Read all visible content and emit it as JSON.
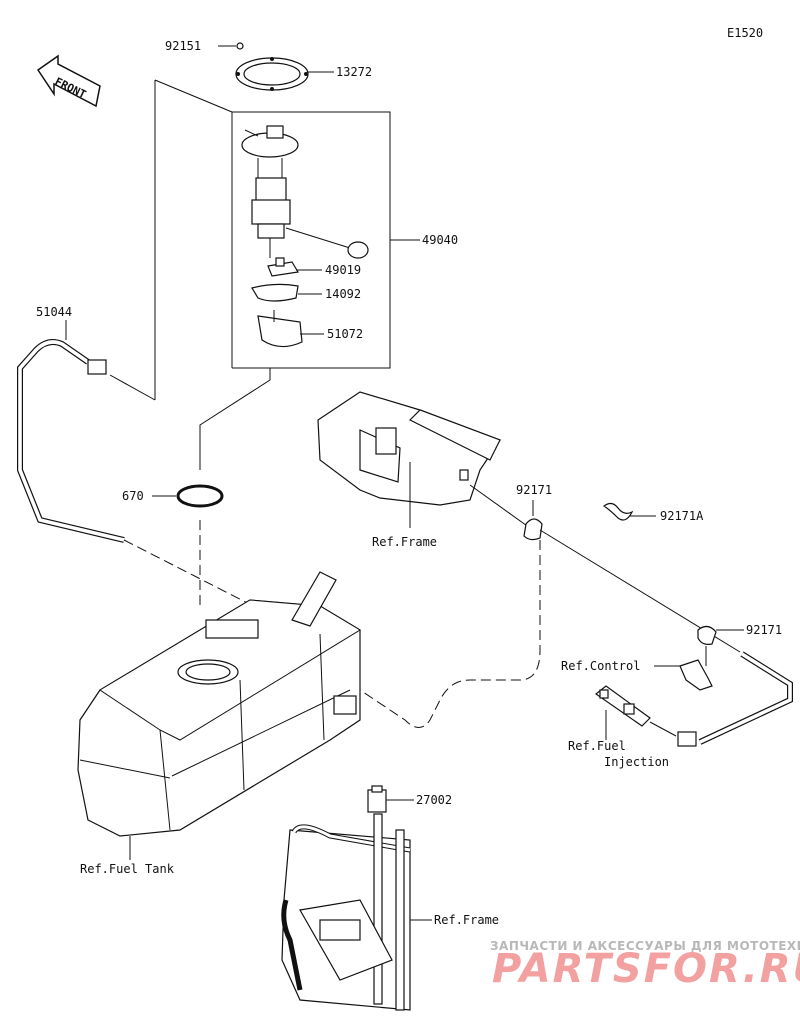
{
  "diagram_code": "E1520",
  "front_label": "FRONT",
  "callouts": {
    "p92151": "92151",
    "p13272": "13272",
    "p49040": "49040",
    "p49019": "49019",
    "p14092": "14092",
    "p51072": "51072",
    "p51044": "51044",
    "p670": "670",
    "p92171a": "92171",
    "p92171A": "92171A",
    "p92171b": "92171",
    "p27002": "27002"
  },
  "references": {
    "frame_top": "Ref.Frame",
    "control": "Ref.Control",
    "fuel_injection_1": "Ref.Fuel",
    "fuel_injection_2": "Injection",
    "fuel_tank": "Ref.Fuel Tank",
    "frame_bottom": "Ref.Frame"
  },
  "watermark": {
    "tagline": "ЗАПЧАСТИ И АКСЕССУАРЫ ДЛЯ МОТОТЕХНИКИ",
    "brand": "PARTSFOR.RU"
  }
}
